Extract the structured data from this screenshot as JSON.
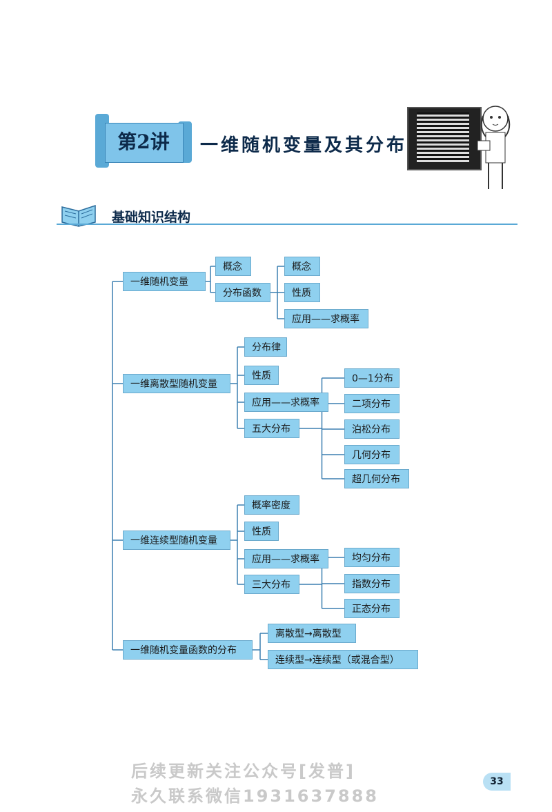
{
  "chapter": {
    "number_label": "第2讲",
    "title": "一维随机变量及其分布"
  },
  "section": {
    "title": "基础知识结构"
  },
  "mindmap": {
    "groups": [
      {
        "label": "一维随机变量",
        "children": [
          {
            "label": "概念"
          },
          {
            "label": "分布函数",
            "children": [
              {
                "label": "概念"
              },
              {
                "label": "性质"
              },
              {
                "label": "应用——求概率"
              }
            ]
          }
        ]
      },
      {
        "label": "一维离散型随机变量",
        "children": [
          {
            "label": "分布律"
          },
          {
            "label": "性质"
          },
          {
            "label": "应用——求概率"
          },
          {
            "label": "五大分布",
            "children": [
              {
                "label": "0—1分布"
              },
              {
                "label": "二项分布"
              },
              {
                "label": "泊松分布"
              },
              {
                "label": "几何分布"
              },
              {
                "label": "超几何分布"
              }
            ]
          }
        ]
      },
      {
        "label": "一维连续型随机变量",
        "children": [
          {
            "label": "概率密度"
          },
          {
            "label": "性质"
          },
          {
            "label": "应用——求概率"
          },
          {
            "label": "三大分布",
            "children": [
              {
                "label": "均匀分布"
              },
              {
                "label": "指数分布"
              },
              {
                "label": "正态分布"
              }
            ]
          }
        ]
      },
      {
        "label": "一维随机变量函数的分布",
        "children": [
          {
            "label": "离散型→离散型"
          },
          {
            "label": "连续型→连续型（或混合型）"
          }
        ]
      }
    ]
  },
  "watermark": {
    "line1": "后续更新关注公众号[发普]",
    "line2": "永久联系微信1931637888"
  },
  "page_number": "33",
  "colors": {
    "node_fill": "#8fd0ef",
    "line": "#3b7fb0"
  }
}
